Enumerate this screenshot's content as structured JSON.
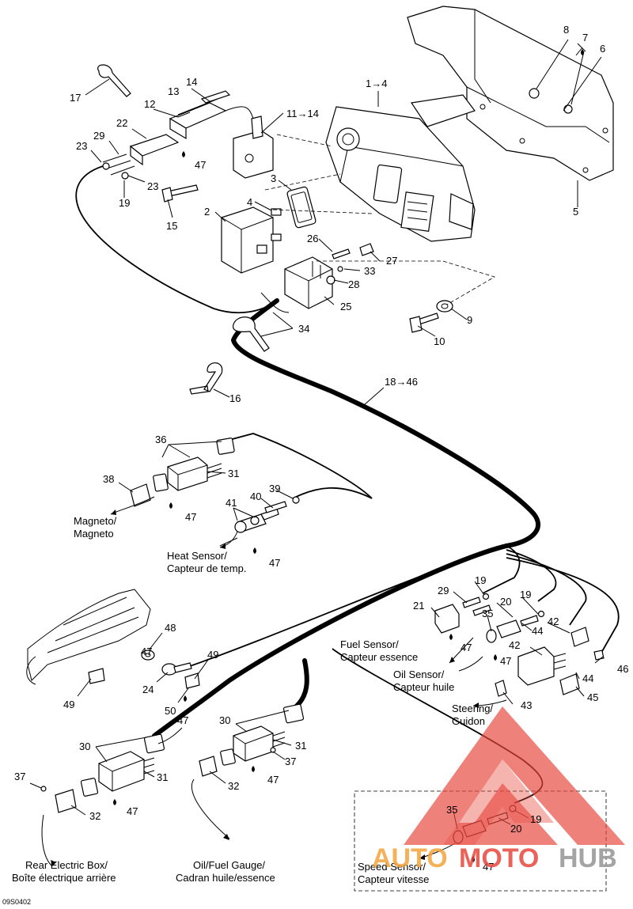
{
  "diagram_code": "09S0402",
  "callouts": {
    "n1to4": "1→4",
    "n2": "2",
    "n3": "3",
    "n4": "4",
    "n5": "5",
    "n6": "6",
    "n7": "7",
    "n8": "8",
    "n9": "9",
    "n10": "10",
    "n11to14": "11→14",
    "n12": "12",
    "n13": "13",
    "n14": "14",
    "n15": "15",
    "n16": "16",
    "n17": "17",
    "n18to46": "18→46",
    "n19a": "19",
    "n19b": "19",
    "n19c": "19",
    "n19d": "19",
    "n20a": "20",
    "n20b": "20",
    "n21": "21",
    "n22": "22",
    "n23a": "23",
    "n23b": "23",
    "n24": "24",
    "n25": "25",
    "n26": "26",
    "n27": "27",
    "n28": "28",
    "n29a": "29",
    "n29b": "29",
    "n30a": "30",
    "n30b": "30",
    "n31a": "31",
    "n31b": "31",
    "n31c": "31",
    "n32a": "32",
    "n32b": "32",
    "n33": "33",
    "n34": "34",
    "n35a": "35",
    "n35b": "35",
    "n36": "36",
    "n37a": "37",
    "n37b": "37",
    "n38": "38",
    "n39": "39",
    "n40": "40",
    "n41": "41",
    "n42a": "42",
    "n42b": "42",
    "n43": "43",
    "n44a": "44",
    "n44b": "44",
    "n45": "45",
    "n46": "46",
    "n47a": "47",
    "n47b": "47",
    "n47c": "47",
    "n47d": "47",
    "n47e": "47",
    "n47f": "47",
    "n47g": "47",
    "n47h": "47",
    "n47i": "47",
    "n47j": "47",
    "n48": "48",
    "n49a": "49",
    "n49b": "49",
    "n50": "50"
  },
  "labels": {
    "magneto_1": "Magneto/",
    "magneto_2": "Magneto",
    "heat_1": "Heat Sensor/",
    "heat_2": "Capteur de temp.",
    "fuel_1": "Fuel Sensor/",
    "fuel_2": "Capteur essence",
    "oil_1": "Oil Sensor/",
    "oil_2": "Capteur huile",
    "steering_1": "Steering/",
    "steering_2": "Guidon",
    "rear_1": "Rear Electric Box/",
    "rear_2": "Boîte électrique arrière",
    "gauge_1": "Oil/Fuel Gauge/",
    "gauge_2": "Cadran huile/essence",
    "speed_1": "Speed Sensor/",
    "speed_2": "Capteur vitesse"
  },
  "watermark": {
    "text_a": "AUTO",
    "text_b": "MOTO",
    "text_c": "HUB",
    "color_red": "#e8463c",
    "color_orange": "#f2a33a",
    "color_gray": "#9a9a9a"
  }
}
